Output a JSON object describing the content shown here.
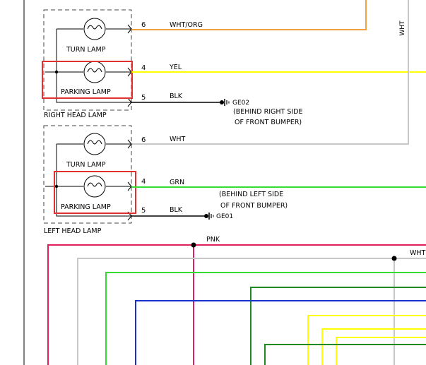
{
  "colors": {
    "org": "#f0a040",
    "yel": "#ffff00",
    "blk": "#000000",
    "wht": "#c8c8c8",
    "grn": "#33dd33",
    "pnk": "#e0205a",
    "blu": "#1a2fd0",
    "dgrn": "#1f8a1f",
    "highlight": "#e03030",
    "dash": "#444444"
  },
  "right_head_lamp": {
    "label": "RIGHT HEAD LAMP",
    "turn_lamp": "TURN LAMP",
    "parking_lamp": "PARKING LAMP",
    "pins": [
      "6",
      "4",
      "5"
    ],
    "wires": [
      "WHT/ORG",
      "YEL",
      "BLK"
    ],
    "ground": {
      "id": "GE02",
      "location_line1": "(BEHIND RIGHT SIDE",
      "location_line2": "OF FRONT BUMPER)"
    }
  },
  "left_head_lamp": {
    "label": "LEFT HEAD LAMP",
    "turn_lamp": "TURN LAMP",
    "parking_lamp": "PARKING LAMP",
    "pins": [
      "6",
      "4",
      "5"
    ],
    "wires": [
      "WHT",
      "GRN",
      "BLK"
    ],
    "ground": {
      "id": "GE01",
      "location_line1": "(BEHIND LEFT SIDE",
      "location_line2": "OF FRONT BUMPER)"
    }
  },
  "vertical_wire_label": "WHT",
  "bus_labels": {
    "pnk": "PNK",
    "wht": "WHT"
  }
}
